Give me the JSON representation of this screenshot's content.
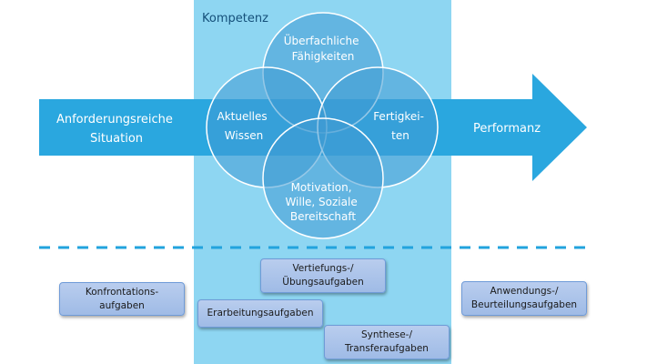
{
  "competence_label": "Kompetenz",
  "arrow": {
    "left_label": [
      "Anforderungsreiche",
      "Situation"
    ],
    "right_label": "Performanz"
  },
  "circles": {
    "top": [
      "Überfachliche",
      "Fähigkeiten"
    ],
    "left": [
      "Aktuelles",
      "Wissen"
    ],
    "right": [
      "Fertigkei-",
      "ten"
    ],
    "bottom": [
      "Motivation,",
      "Wille, Soziale",
      "Bereitschaft"
    ]
  },
  "tasks": {
    "konfrontation": [
      "Konfrontations-",
      "aufgaben"
    ],
    "vertiefung": [
      "Vertiefungs-/",
      "Übungsaufgaben"
    ],
    "erarbeitung": [
      "Erarbeitungsaufgaben"
    ],
    "synthese": [
      "Synthese-/",
      "Transferaufgaben"
    ],
    "anwendung": [
      "Anwendungs-/",
      "Beurteilungsaufgaben"
    ]
  },
  "colors": {
    "competence_panel": "#8ed6f2",
    "arrow": "#2aa7df",
    "circle_fill": "#3f9ad3",
    "circle_stroke": "#ffffff",
    "dashed_line": "#22a3dd",
    "task_box": "#a9c3ea"
  }
}
